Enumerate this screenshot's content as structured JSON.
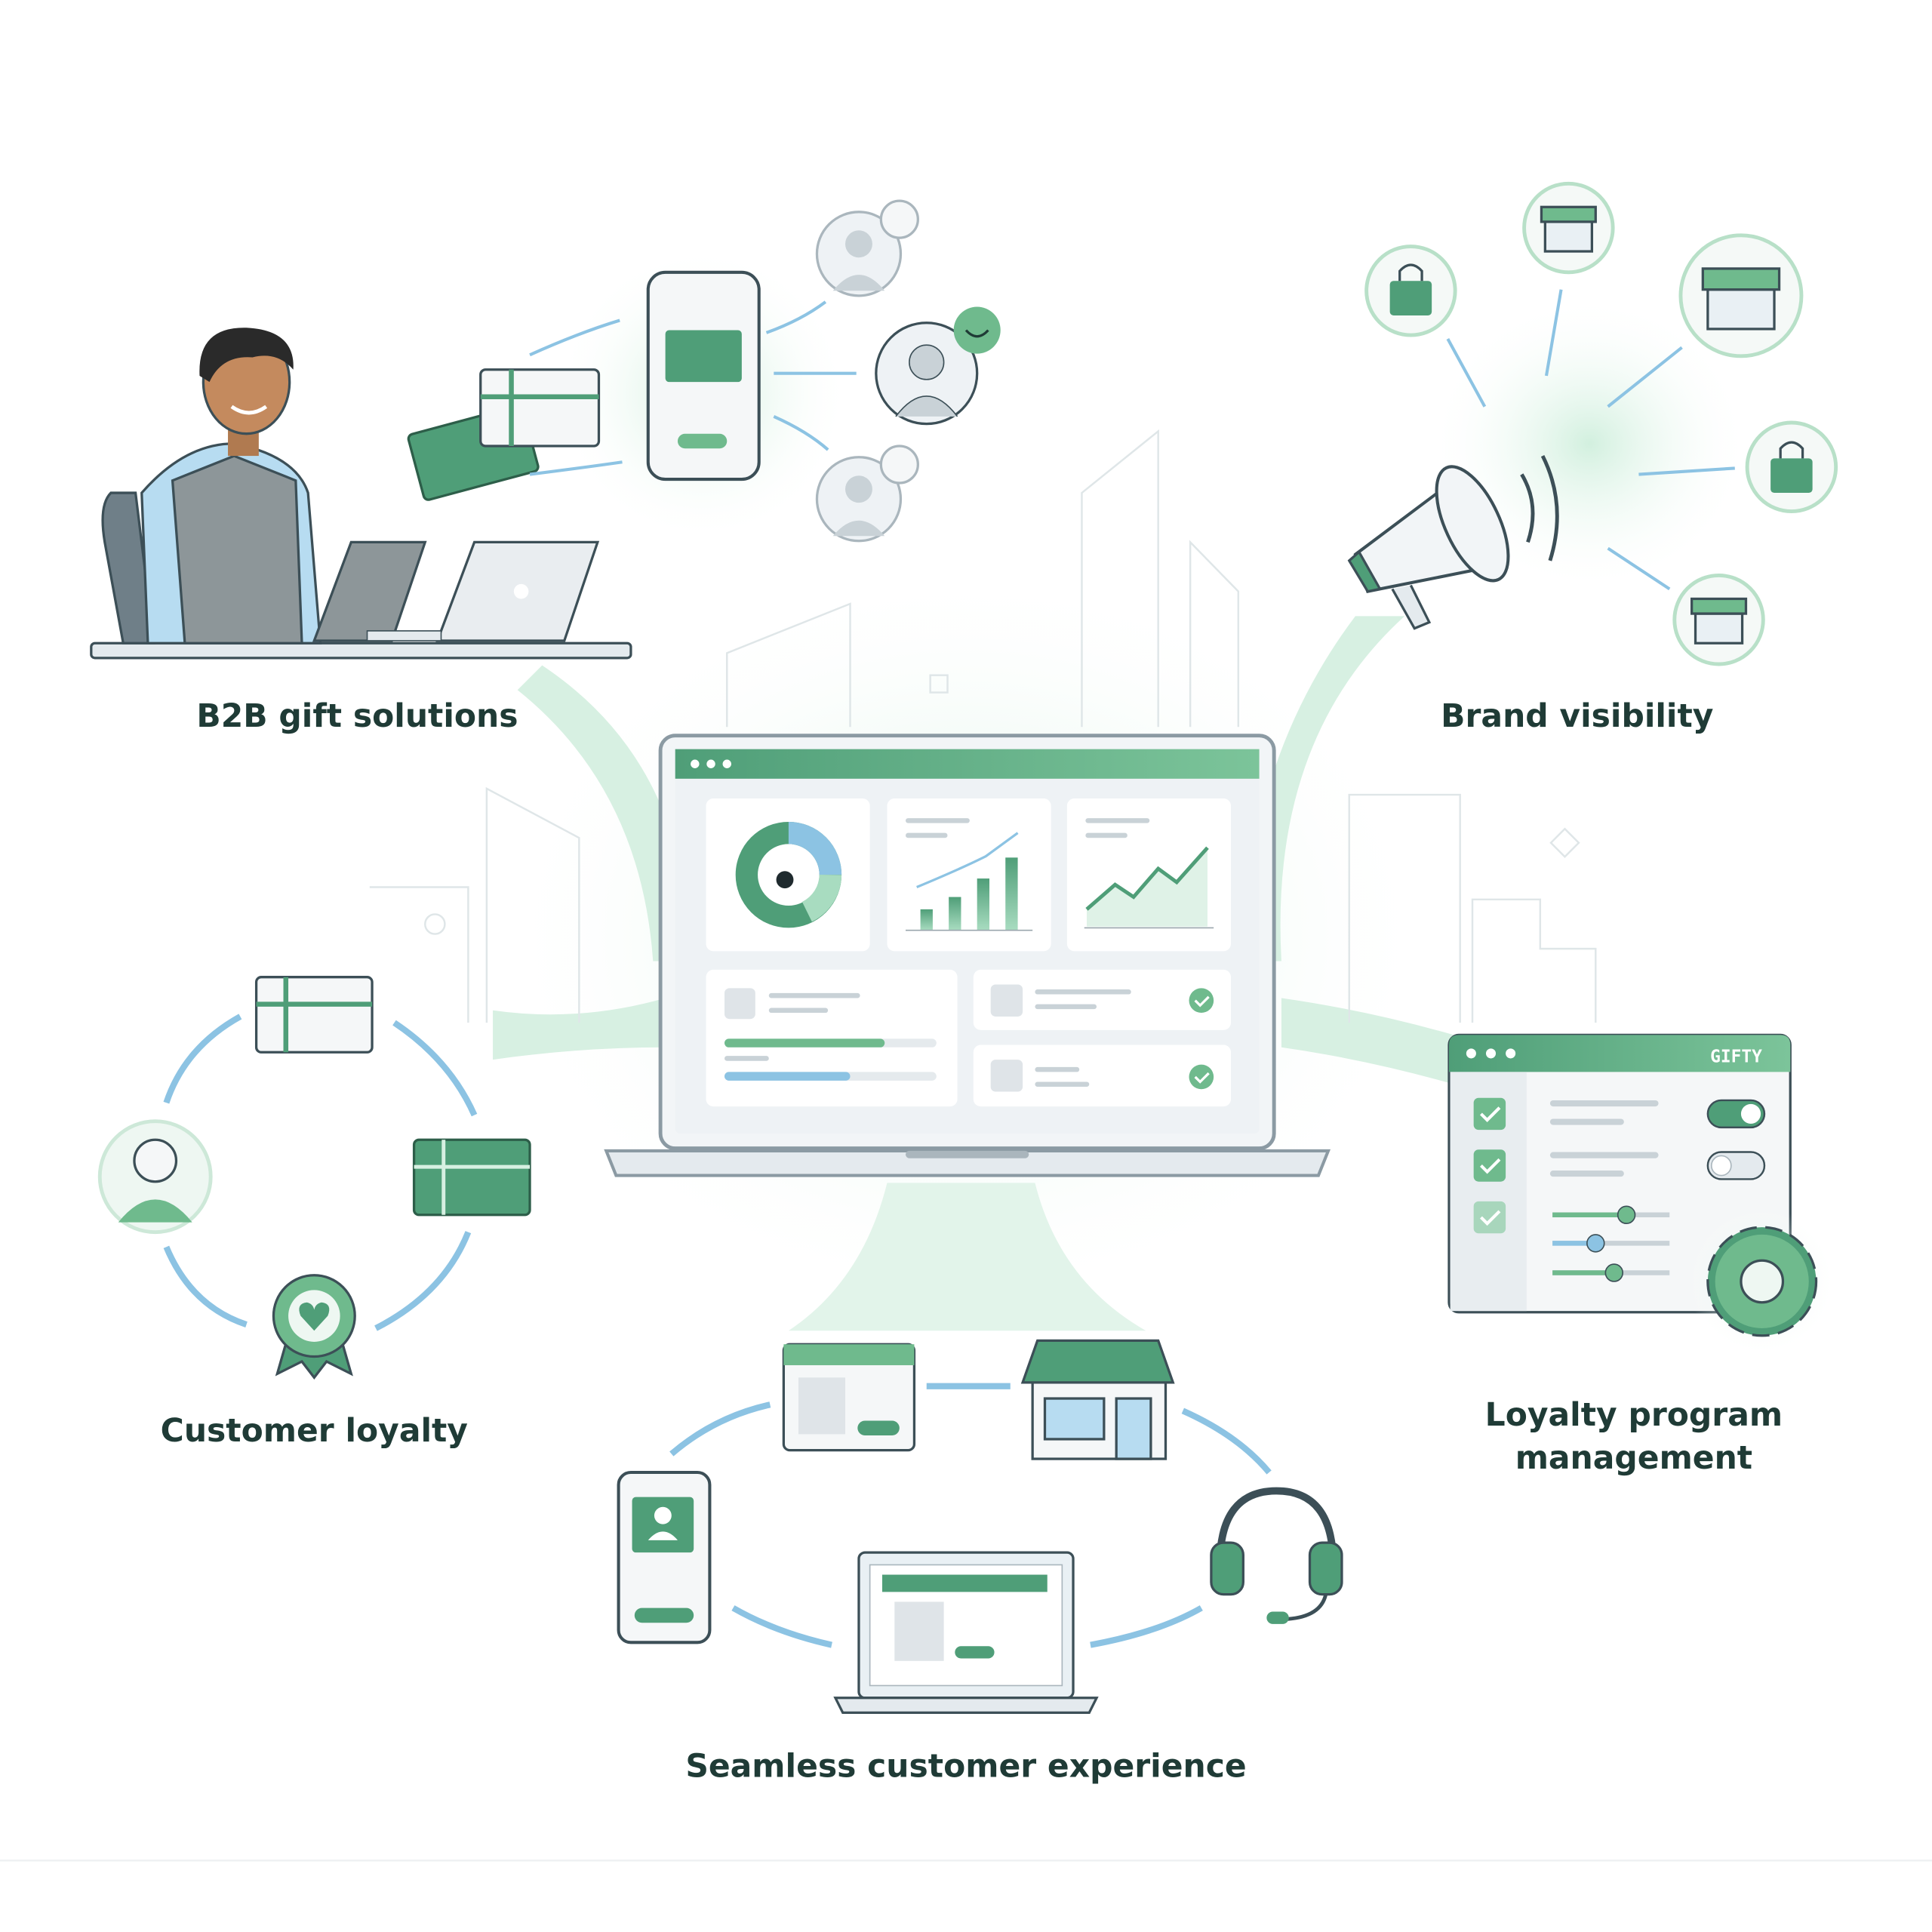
{
  "labels": {
    "b2b": "B2B gift solutions",
    "brand": "Brand visibility",
    "loyalty": "Customer loyalty",
    "program_line1": "Loyalty program",
    "program_line2": "management",
    "seamless": "Seamless customer experience"
  },
  "program_panel": {
    "logo": "GIFTY"
  },
  "colors": {
    "accent": "#4f9e78",
    "accent_light": "#7cc49a",
    "blue": "#8cc3e3",
    "text": "#1f3b36",
    "outline": "#3c4f57"
  }
}
